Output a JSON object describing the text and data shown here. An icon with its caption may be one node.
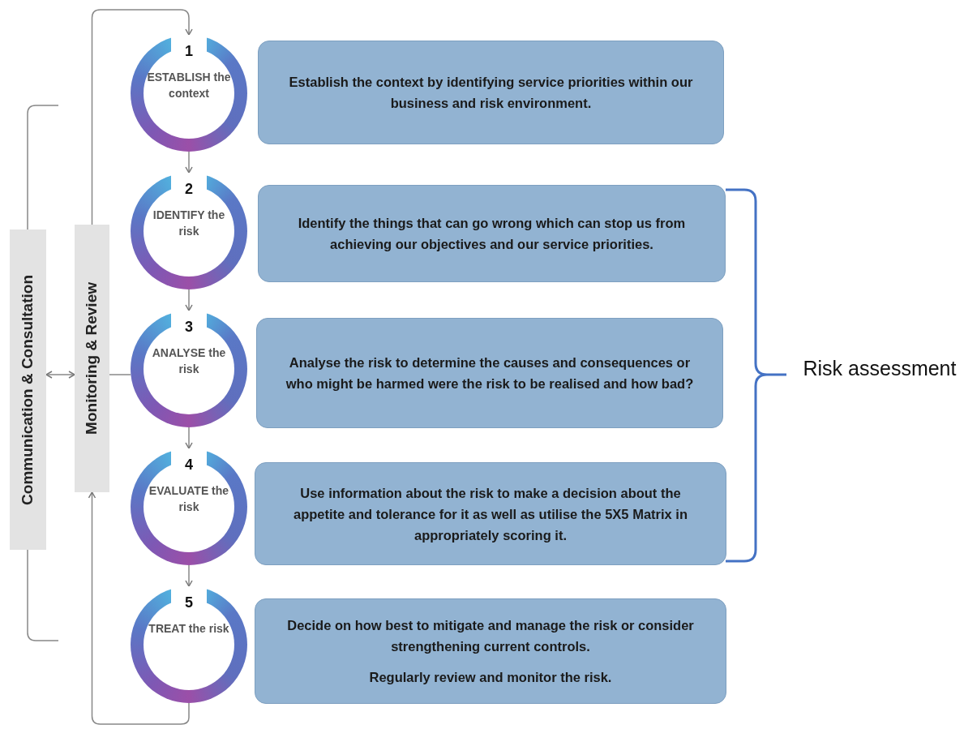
{
  "diagram": {
    "nodes": [
      {
        "text": [
          "Communication & Consultation"
        ]
      },
      {
        "text": [
          "Monitoring & Review"
        ]
      },
      {
        "text": [
          "1",
          "ESTABLISH the context"
        ]
      },
      {
        "text": [
          "2",
          "IDENTIFY the risk"
        ]
      },
      {
        "text": [
          "3",
          "ANALYSE the risk"
        ]
      },
      {
        "text": [
          "4",
          "EVALUATE the risk"
        ]
      },
      {
        "text": [
          "5",
          "TREAT the risk"
        ]
      },
      {
        "text": [
          "Establish the context by identifying service priorities within our business and risk environment."
        ]
      },
      {
        "text": [
          "Identify the things that can go wrong which can stop us from achieving our objectives and our service priorities."
        ]
      },
      {
        "text": [
          "Analyse the risk to determine the causes and consequences or who might be harmed were the risk to be realised and how bad?"
        ]
      },
      {
        "text": [
          "Use information about the risk to make a decision about the appetite and tolerance for it as well as utilise the 5X5 Matrix in appropriately scoring it."
        ]
      },
      {
        "text": [
          "Decide on how best to mitigate and manage the risk or consider strengthening current controls.",
          "Regularly review and monitor the risk."
        ]
      }
    ],
    "edges": [
      {
        "from": 2,
        "to": 3,
        "arrow": "to"
      },
      {
        "from": 3,
        "to": 4,
        "arrow": "to"
      },
      {
        "from": 4,
        "to": 5,
        "arrow": "to"
      },
      {
        "from": 5,
        "to": 6,
        "arrow": "to"
      },
      {
        "from": 1,
        "to": 2,
        "arrow": "to"
      },
      {
        "from": 6,
        "to": 1,
        "arrow": "to"
      },
      {
        "from": 0,
        "to": 1,
        "arrow": "both"
      },
      {
        "from": 1,
        "to": 4,
        "arrow": "none"
      }
    ],
    "labels": [
      "Risk assessment"
    ]
  }
}
